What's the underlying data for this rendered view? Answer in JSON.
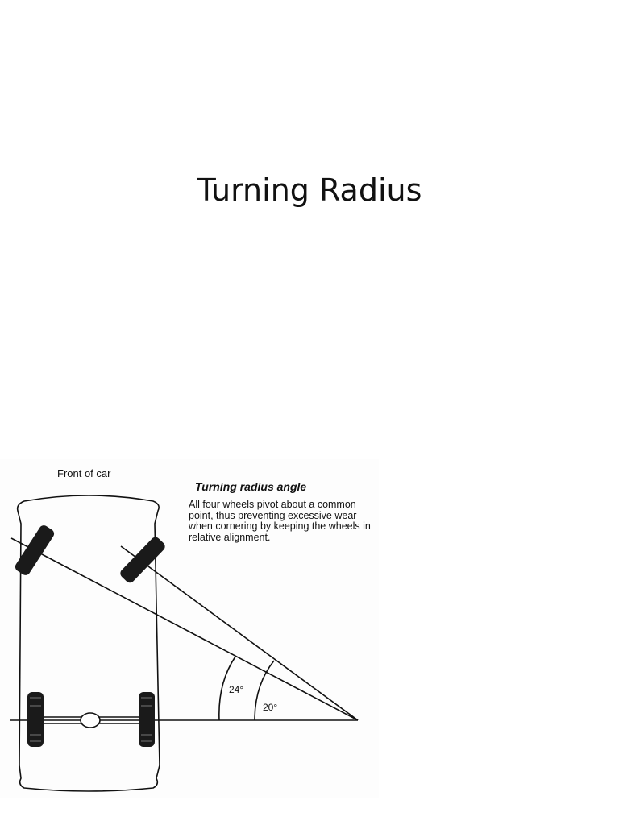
{
  "title": "Turning Radius",
  "figure": {
    "front_label": "Front of car",
    "caption_title": "Turning radius angle",
    "caption_body": "All four wheels pivot about a common point, thus preventing excessive wear when cornering by keeping the wheels in relative alignment.",
    "angle_outer": "24°",
    "angle_inner": "20°"
  }
}
